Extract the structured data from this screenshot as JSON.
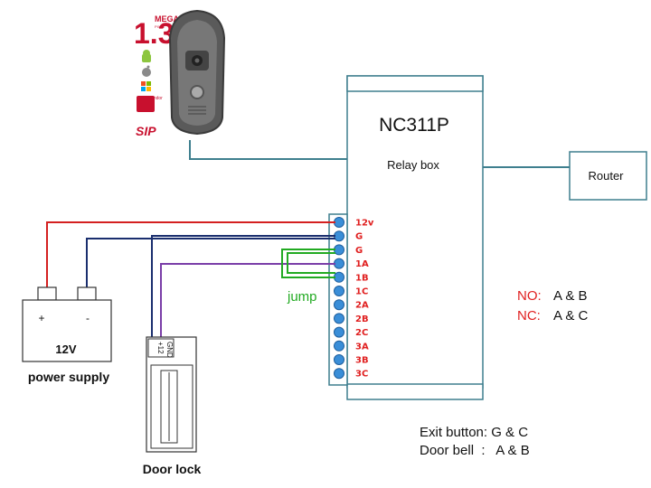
{
  "camera": {
    "badge_number": "1.3",
    "badge_text": "MEGA",
    "badge_small": "PIXEL",
    "vendor_text": "Vendor",
    "sip_text": "SIP"
  },
  "relay_box": {
    "model": "NC311P",
    "subtitle": "Relay box",
    "terminals": [
      "12v",
      "G",
      "G",
      "1A",
      "1B",
      "1C",
      "2A",
      "2B",
      "2C",
      "3A",
      "3B",
      "3C"
    ]
  },
  "router": {
    "label": "Router"
  },
  "power_supply": {
    "plus": "+",
    "minus": "-",
    "voltage": "12V",
    "caption": "power supply"
  },
  "door_lock": {
    "pin_12": "+12",
    "pin_gnd": "GND",
    "caption": "Door lock"
  },
  "jump_label": "jump",
  "contacts": {
    "no_key": "NO:",
    "no_value": "A & B",
    "nc_key": "NC:",
    "nc_value": "A & C"
  },
  "notes": {
    "exit_button": "Exit button: G & C",
    "door_bell": "Door bell  :   A & B"
  },
  "colors": {
    "red_wire": "#d42020",
    "navy_wire": "#1a2e6e",
    "green_wire": "#22aa22",
    "purple_wire": "#7a3ea8",
    "teal_line": "#3e7f8e",
    "terminal_fill": "#3a8ed8",
    "contact_red": "#e02020"
  }
}
